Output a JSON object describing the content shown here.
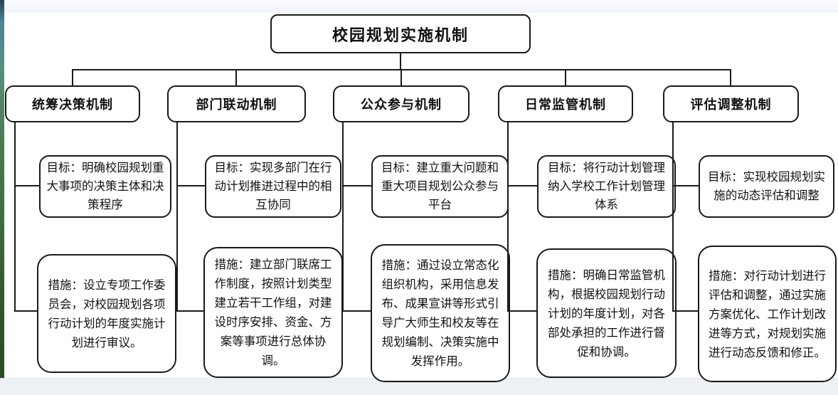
{
  "diagram": {
    "title": "校园规划实施机制",
    "branches": [
      {
        "label": "统筹决策机制",
        "goal": "目标：明确校园规划重大事项的决策主体和决策程序",
        "measure": "措施：设立专项工作委员会，对校园规划各项行动计划的年度实施计划进行审议。"
      },
      {
        "label": "部门联动机制",
        "goal": "目标：实现多部门在行动计划推进过程中的相互协同",
        "measure": "措施：建立部门联席工作制度，按照计划类型建立若干工作组，对建设时序安排、资金、方案等事项进行总体协调。"
      },
      {
        "label": "公众参与机制",
        "goal": "目标：建立重大问题和重大项目规划公众参与平台",
        "measure": "措施：通过设立常态化组织机构，采用信息发布、成果宣讲等形式引导广大师生和校友等在规划编制、决策实施中发挥作用。"
      },
      {
        "label": "日常监管机制",
        "goal": "目标：将行动计划管理纳入学校工作计划管理体系",
        "measure": "措施：明确日常监管机构，根据校园规划行动计划的年度计划，对各部处承担的工作进行督促和协调。"
      },
      {
        "label": "评估调整机制",
        "goal": "目标：实现校园规划实施的动态评估和调整",
        "measure": "措施：对行动计划进行评估和调整，通过实施方案优化、工作计划改进等方式，对规划实施进行动态反馈和修正。"
      }
    ],
    "colors": {
      "line": "#1a1a1a",
      "page_background": "#ffffff",
      "top_strip": "#f1f5fa",
      "bottom_strip": "#edf0f5"
    }
  }
}
